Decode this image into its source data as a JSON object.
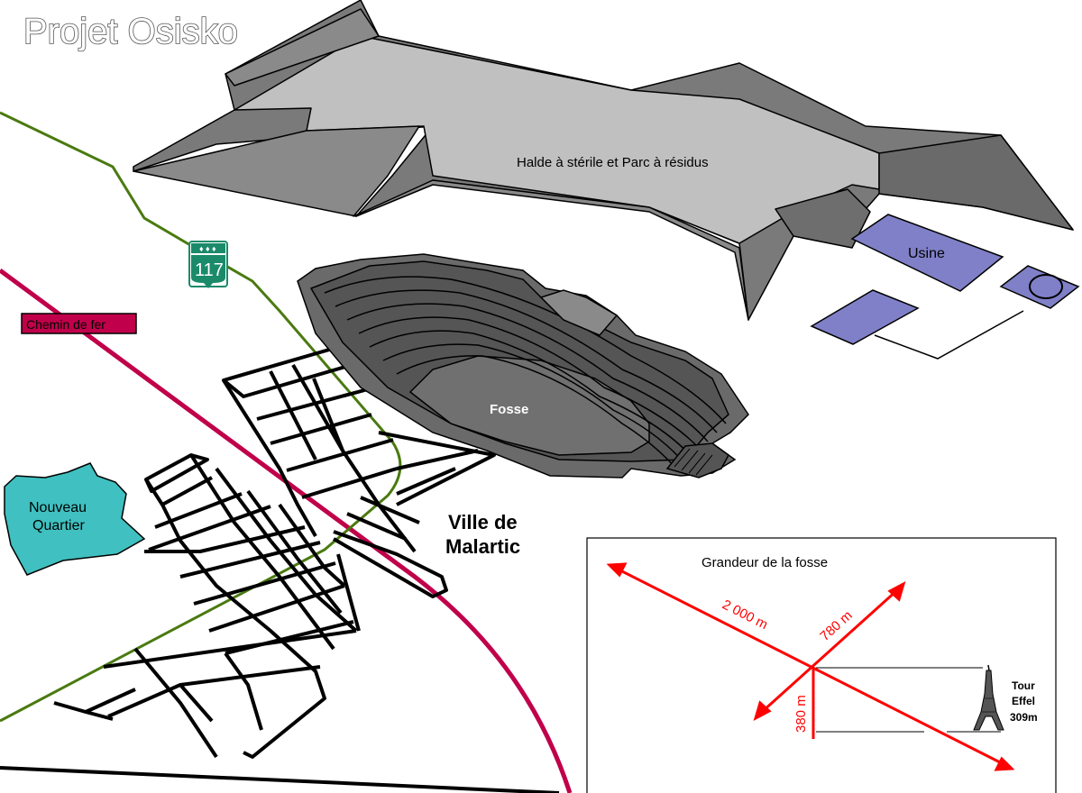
{
  "title": "Projet Osisko",
  "labels": {
    "halde": "Halde à stérile et Parc à résidus",
    "usine": "Usine",
    "fosse": "Fosse",
    "chemin_de_fer": "Chemin de fer",
    "route_number": "117",
    "nouveau_quartier_line1": "Nouveau",
    "nouveau_quartier_line2": "Quartier",
    "ville_line1": "Ville de",
    "ville_line2": "Malartic"
  },
  "inset": {
    "title": "Grandeur de la fosse",
    "length_label": "2 000 m",
    "width_label": "780 m",
    "depth_label": "380 m",
    "tower_line1": "Tour",
    "tower_line2": "Effel",
    "tower_line3": "309m"
  },
  "colors": {
    "halde_fill": "#c0c0c0",
    "halde_wall": "#7a7a7a",
    "usine_fill": "#8080c8",
    "railway": "#c0004a",
    "highway": "#4a7a10",
    "route_shield": "#1a8a6a",
    "quartier": "#40c0c0",
    "arrows": "#ff0000"
  }
}
